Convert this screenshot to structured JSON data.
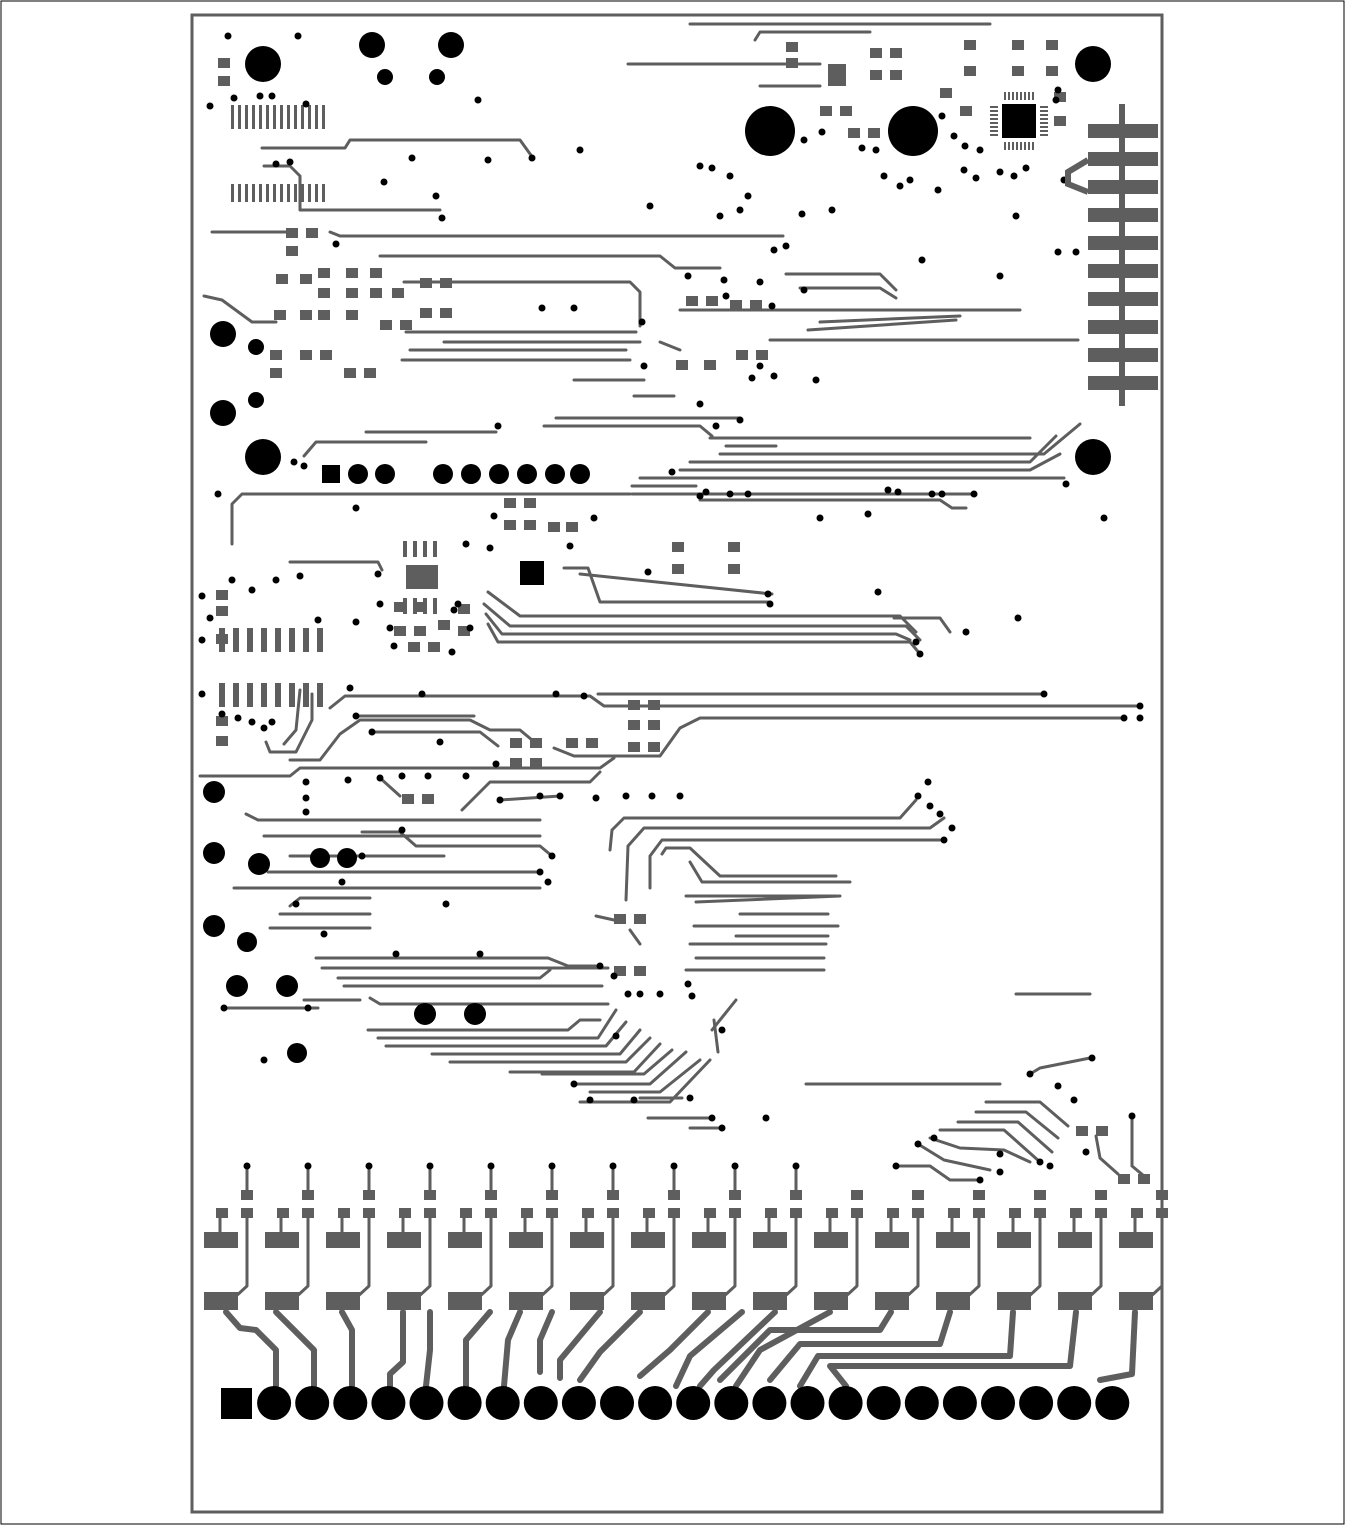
{
  "diagram": {
    "kind": "pcb-layer-artwork",
    "colors": {
      "background": "#ffffff",
      "page_border": "#000000",
      "board_outline": "#5e5e5e",
      "trace": "#5e5e5e",
      "pad": "#5e5e5e",
      "via": "#000000",
      "ic_body": "#000000"
    },
    "connector_pin_count": 24,
    "edge_connector_finger_count": 10
  }
}
